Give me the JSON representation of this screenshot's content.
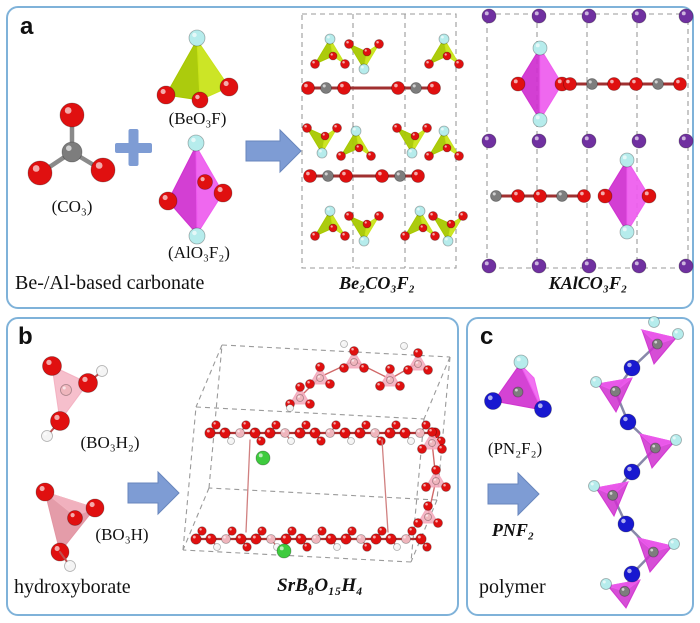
{
  "figure": {
    "colors": {
      "panel_border": "#7fb2d9",
      "arrow_blue": "#7e9cd4",
      "lime_light": "#c9e41a",
      "lime_dark": "#a8c800",
      "magenta_light": "#ee5bee",
      "magenta_dark": "#cf2fcf",
      "pink_face": "#f3a9bb",
      "oxygen_red": "#e01010",
      "carbon_gray": "#7d7d7d",
      "fluorine_cyan": "#b6ecec",
      "potassium_purple": "#7030a0",
      "nitrogen_blue": "#1818d0",
      "boron_pink": "#efb6bd",
      "strontium_green": "#3ecb3e",
      "hydrogen_white": "#f4f4f4"
    },
    "panel_a": {
      "letter": "a",
      "co3_label": "(CO₃)",
      "beo3f_label": "(BeO₃F)",
      "alo3f2_label": "(AlO₃F₂)",
      "caption": "Be-/Al-based carbonate",
      "product1": "Be₂CO₃F₂",
      "product2": "KAlCO₃F₂"
    },
    "panel_b": {
      "letter": "b",
      "bo3h2_label": "(BO₃H₂)",
      "bo3h_label": "(BO₃H)",
      "caption": "hydroxyborate",
      "product": "SrB₈O₁₅H₄"
    },
    "panel_c": {
      "letter": "c",
      "pn2f2_label": "(PN₂F₂)",
      "product": "PNF₂",
      "caption": "polymer"
    }
  }
}
